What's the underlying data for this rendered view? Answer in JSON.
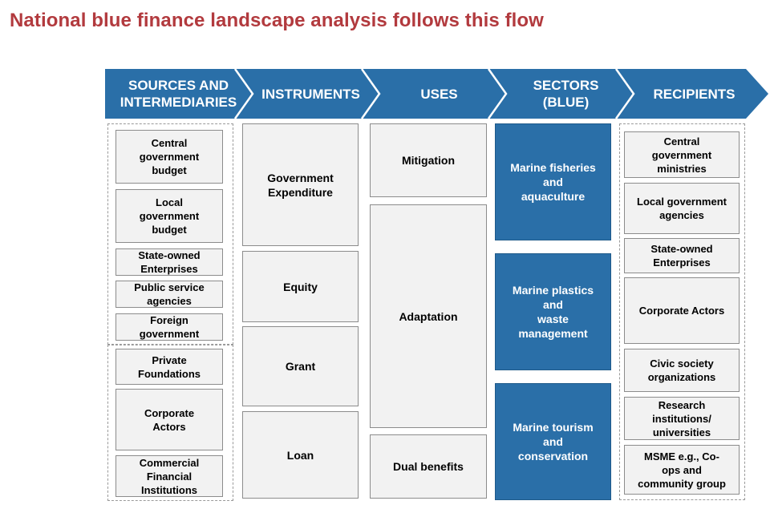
{
  "title": "National blue finance landscape analysis follows this flow",
  "colors": {
    "title": "#b23a3e",
    "header": "#2a6fa8",
    "sector_box": "#2a6fa8",
    "box_fill": "#f2f2f2",
    "box_border": "#8c8c8c"
  },
  "headers": [
    "SOURCES AND\nINTERMEDIARIES",
    "INSTRUMENTS",
    "USES",
    "SECTORS\n(BLUE)",
    "RECIPIENTS"
  ],
  "sources": {
    "public": [
      "Central\ngovernment\nbudget",
      "Local\ngovernment\nbudget",
      "State-owned\nEnterprises",
      "Public service\nagencies",
      "Foreign\ngovernment"
    ],
    "private": [
      "Private\nFoundations",
      "Corporate\nActors",
      "Commercial\nFinancial\nInstitutions"
    ]
  },
  "instruments": [
    "Government\nExpenditure",
    "Equity",
    "Grant",
    "Loan"
  ],
  "uses": [
    "Mitigation",
    "Adaptation",
    "Dual benefits"
  ],
  "sectors": [
    "Marine fisheries\nand\naquaculture",
    "Marine plastics\nand\nwaste\nmanagement",
    "Marine tourism\nand\nconservation"
  ],
  "recipients": [
    "Central\ngovernment\nministries",
    "Local government\nagencies",
    "State-owned\nEnterprises",
    "Corporate Actors",
    "Civic society\norganizations",
    "Research\ninstitutions/\nuniversities",
    "MSME e.g., Co-\nops and\ncommunity group"
  ]
}
